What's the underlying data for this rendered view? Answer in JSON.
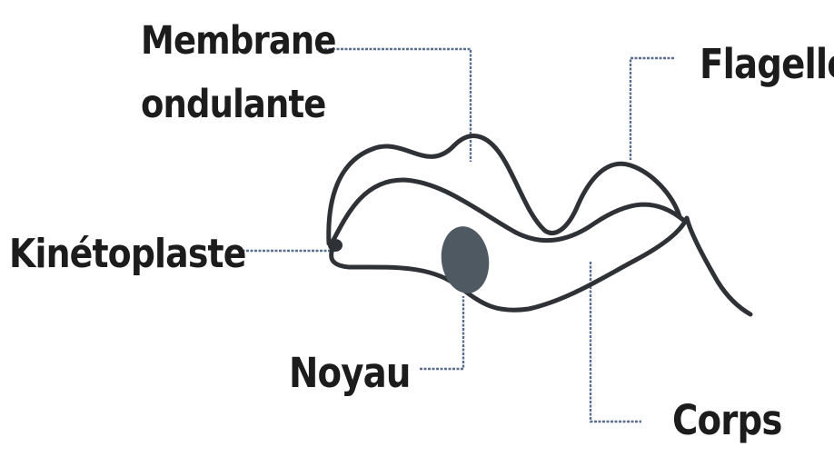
{
  "labels": {
    "membrane_line1": "Membrane",
    "membrane_line2": "ondulante",
    "flagelle": "Flagelle",
    "kinetoplaste": "Kinétoplaste",
    "noyau": "Noyau",
    "corps": "Corps"
  },
  "colors": {
    "outline": "#2e3236",
    "leader_lines": "#5a6f8f",
    "nucleus": "#4f5962",
    "text": "#1c1c1c"
  }
}
